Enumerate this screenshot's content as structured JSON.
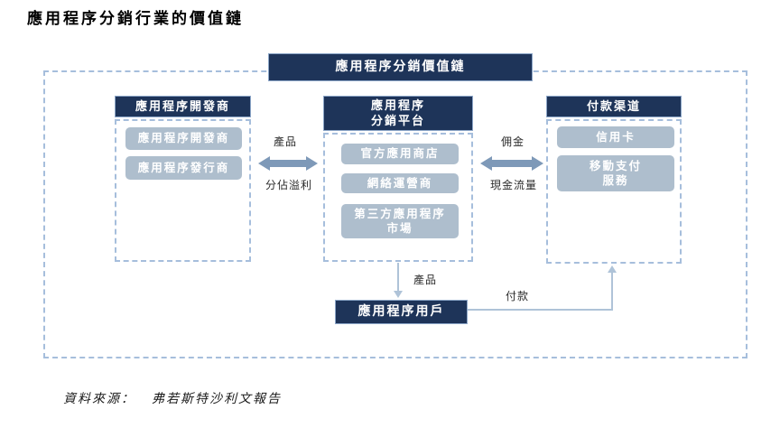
{
  "page": {
    "title": "應用程序分銷行業的價值鏈",
    "source_label": "資料來源：",
    "source_text": "弗若斯特沙利文報告"
  },
  "diagram": {
    "top_box": "應用程序分銷價值鏈",
    "columns": [
      {
        "header": "應用程序開發商",
        "items": [
          "應用程序開發商",
          "應用程序發行商"
        ]
      },
      {
        "header": "應用程序\n分銷平台",
        "items": [
          "官方應用商店",
          "網絡運營商",
          "第三方應用程序\n市場"
        ]
      },
      {
        "header": "付款渠道",
        "items": [
          "信用卡",
          "移動支付\n服務"
        ]
      }
    ],
    "flows": {
      "dev_to_platform_top": "產品",
      "dev_to_platform_bottom": "分佔溢利",
      "platform_to_payment_top": "佣金",
      "platform_to_payment_bottom": "現金流量",
      "platform_to_user": "產品",
      "user_to_payment": "付款"
    },
    "user_box": "應用程序用戶"
  },
  "colors": {
    "navy": "#1e3459",
    "lightbox": "#aebecd",
    "arrow": "#7e99b8",
    "dash": "#a6bedc",
    "connector": "#afc3d8"
  }
}
